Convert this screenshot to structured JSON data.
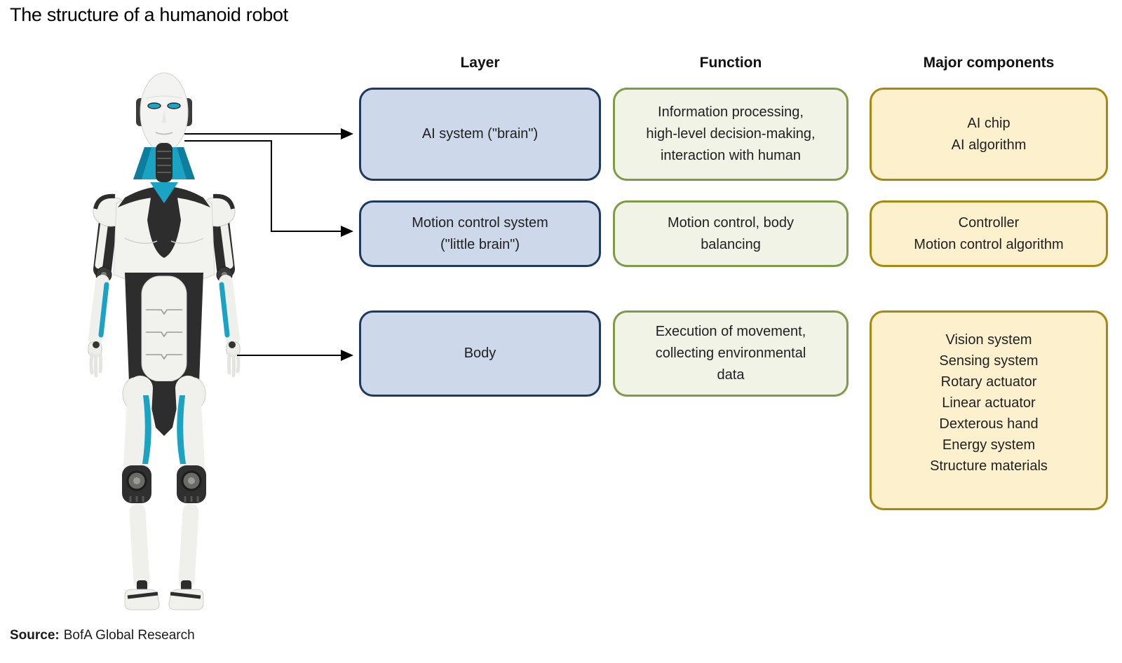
{
  "title": "The structure of a humanoid robot",
  "table": {
    "headers": {
      "layer": "Layer",
      "function": "Function",
      "components": "Major components"
    },
    "rows": [
      {
        "layer_lines": [
          "AI system (\"brain\")"
        ],
        "function_lines": [
          "Information processing,",
          "high-level decision-making,",
          "interaction with human"
        ],
        "component_lines": [
          "AI chip",
          "AI algorithm"
        ]
      },
      {
        "layer_lines": [
          "Motion control system",
          "(\"little brain\")"
        ],
        "function_lines": [
          "Motion control, body",
          "balancing"
        ],
        "component_lines": [
          "Controller",
          "Motion control algorithm"
        ]
      },
      {
        "layer_lines": [
          "Body"
        ],
        "function_lines": [
          "Execution of movement,",
          "collecting environmental",
          "data"
        ],
        "component_lines": [
          "Vision system",
          "Sensing system",
          "Rotary actuator",
          "Linear actuator",
          "Dexterous hand",
          "Energy system",
          "Structure materials"
        ]
      }
    ]
  },
  "source": {
    "label": "Source:",
    "text": "BofA Global Research"
  },
  "robot_illustration": {
    "description": "full-body humanoid robot, front view",
    "body_color": "#f2f2ef",
    "accent_teal": "#1aa3c3",
    "dark_color": "#2d2d2d"
  },
  "colors": {
    "layer_fill": "#cdd9ea",
    "layer_border": "#1e3a5e",
    "function_fill": "#f1f3e7",
    "function_border": "#7e9b48",
    "components_fill": "#fdf1cd",
    "components_border": "#a8880e",
    "arrow": "#000000",
    "text": "#1f1f1f",
    "background": "#ffffff"
  }
}
